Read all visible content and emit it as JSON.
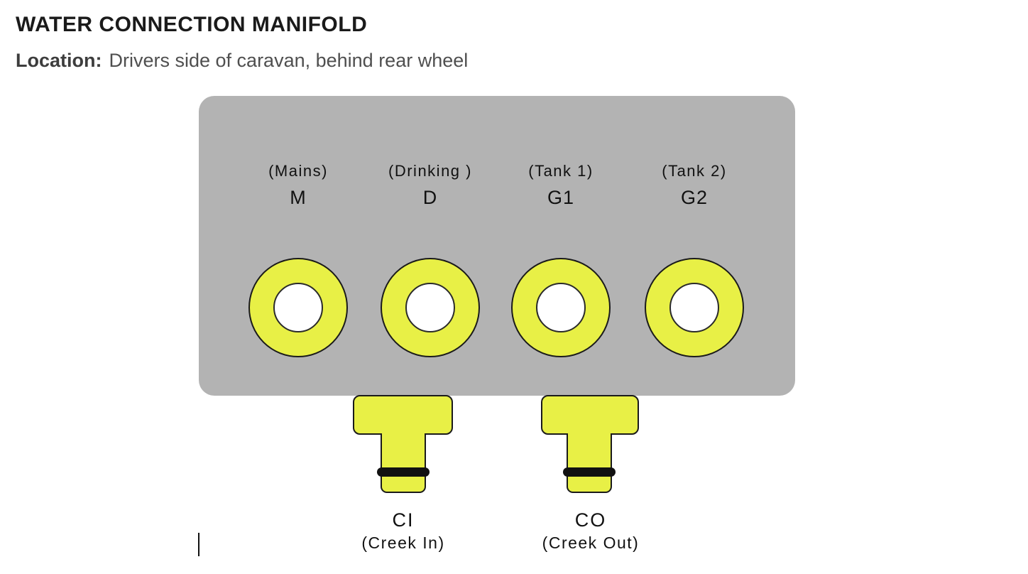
{
  "header": {
    "title": "WATER CONNECTION MANIFOLD",
    "location_label": "Location:",
    "location_value": "Drivers side of caravan, behind rear wheel"
  },
  "manifold": {
    "panel_color": "#b3b3b3",
    "port_color": "#e8f046",
    "outline_color": "#1a1a1a",
    "ports": [
      {
        "name": "(Mains)",
        "code": "M"
      },
      {
        "name": "(Drinking )",
        "code": "D"
      },
      {
        "name": "(Tank 1)",
        "code": "G1"
      },
      {
        "name": "(Tank 2)",
        "code": "G2"
      }
    ]
  },
  "connectors": [
    {
      "code": "CI",
      "name": "(Creek In)"
    },
    {
      "code": "CO",
      "name": "(Creek Out)"
    }
  ]
}
